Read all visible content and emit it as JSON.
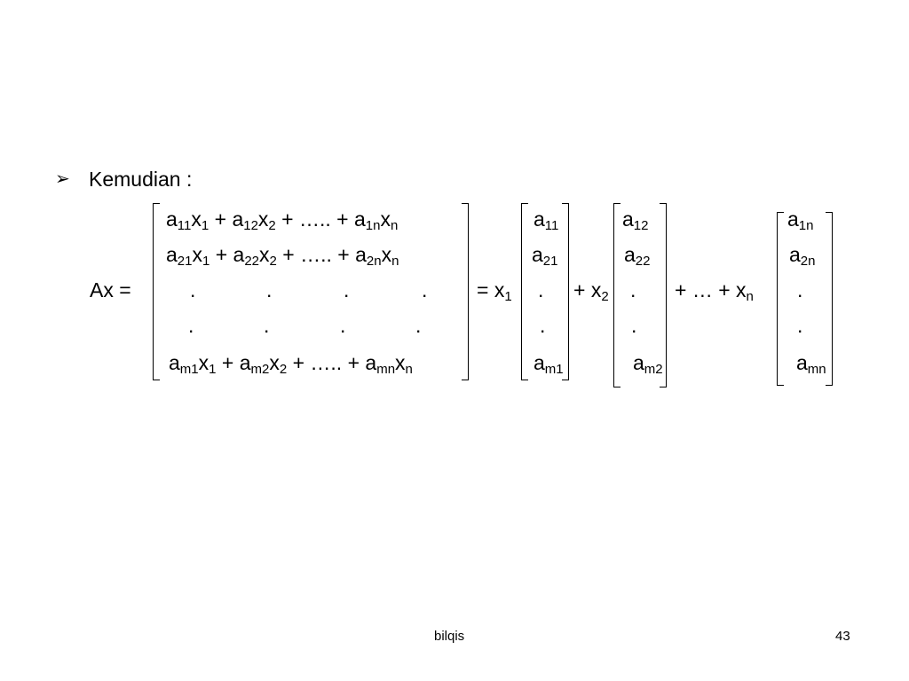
{
  "slide": {
    "bullet_glyph": "➢",
    "bullet_text": "Kemudian :",
    "lhs": "Ax =",
    "footer_center": "bilqis",
    "page_number": "43"
  },
  "matrix": {
    "rows": [
      {
        "a1": "a",
        "s1": "11",
        "x1": "x",
        "xs1": "1",
        "op1": "+",
        "a2": "a",
        "s2": "12",
        "x2": "x",
        "xs2": "2",
        "mid": "+ ….. +",
        "an": "a",
        "sn": "1n",
        "xn": "x",
        "xsn": "n"
      },
      {
        "a1": "a",
        "s1": "21",
        "x1": "x",
        "xs1": "1",
        "op1": "+",
        "a2": "a",
        "s2": "22",
        "x2": "x",
        "xs2": "2",
        "mid": "+ ….. +",
        "an": "a",
        "sn": "2n",
        "xn": "x",
        "xsn": "n"
      },
      {
        "a1": "a",
        "s1": "m1",
        "x1": "x",
        "xs1": "1",
        "op1": "+",
        "a2": "a",
        "s2": "m2",
        "x2": "x",
        "xs2": "2",
        "mid": "+ ….. +",
        "an": "a",
        "sn": "mn",
        "xn": "x",
        "xsn": "n"
      }
    ],
    "dot": "."
  },
  "rhs": {
    "eq_x": "= x",
    "eq_sub": "1",
    "plus_x": "+ x",
    "plus_sub": "2",
    "tail": "+ … + x",
    "tail_sub": "n",
    "col1": [
      "a",
      "11",
      "a",
      "21",
      "a",
      "m1"
    ],
    "col2": [
      "a",
      "12",
      "a",
      "22",
      "a",
      "m2"
    ],
    "coln": [
      "a",
      "1n",
      "a",
      "2n",
      "a",
      "mn"
    ]
  }
}
